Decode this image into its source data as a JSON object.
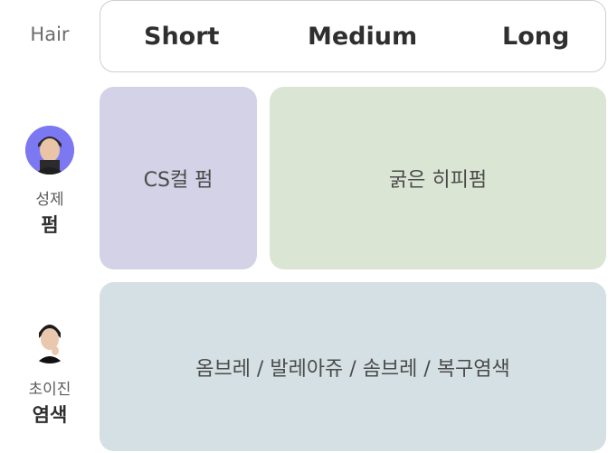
{
  "header": {
    "hair_label": "Hair",
    "lengths": [
      "Short",
      "Medium",
      "Long"
    ]
  },
  "rows": [
    {
      "stylist": "성제",
      "service": "펌",
      "cells": [
        "CS컬 펌",
        "굵은 히피펌"
      ]
    },
    {
      "stylist": "초이진",
      "service": "염색",
      "cells": [
        "옴브레 / 발레아쥬 / 솜브레 / 복구염색"
      ]
    }
  ],
  "colors": {
    "cell_purple": "#d3d2e6",
    "cell_green": "#dbe5d4",
    "cell_blue": "#d4e0e3",
    "avatar1_bg": "#7b78f2"
  }
}
